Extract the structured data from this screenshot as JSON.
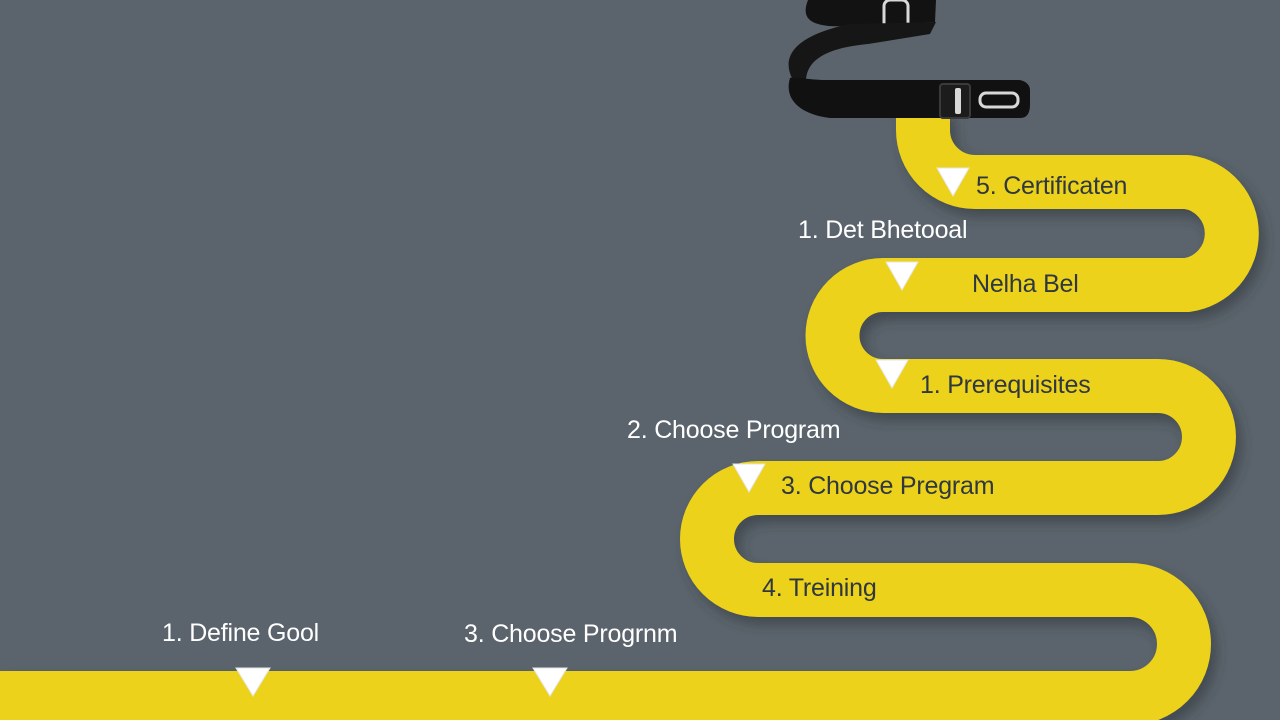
{
  "colors": {
    "background": "#5b646c",
    "path": "#ecd21a",
    "path_shadow": "#2e343a",
    "marker": "#ffffff",
    "belt": "#121212",
    "text_on_path": "#2f3840",
    "text_on_background": "#ffffff"
  },
  "icons": {
    "belt": "black-belt-icon",
    "marker": "marker-pin-icon"
  },
  "labels": {
    "certification": "5. Certificaten",
    "goal_top": "1. Det Bhetooal",
    "belt_label": "Nelha Bel",
    "prerequisites": "1. Prerequisites",
    "choose_upper": "2.  Choose Program",
    "choose_mid": "3. Choose Pregram",
    "training": "4. Treining",
    "define_goal": "1. Define Gool",
    "choose_bottom": "3.  Choose Progrnm"
  }
}
